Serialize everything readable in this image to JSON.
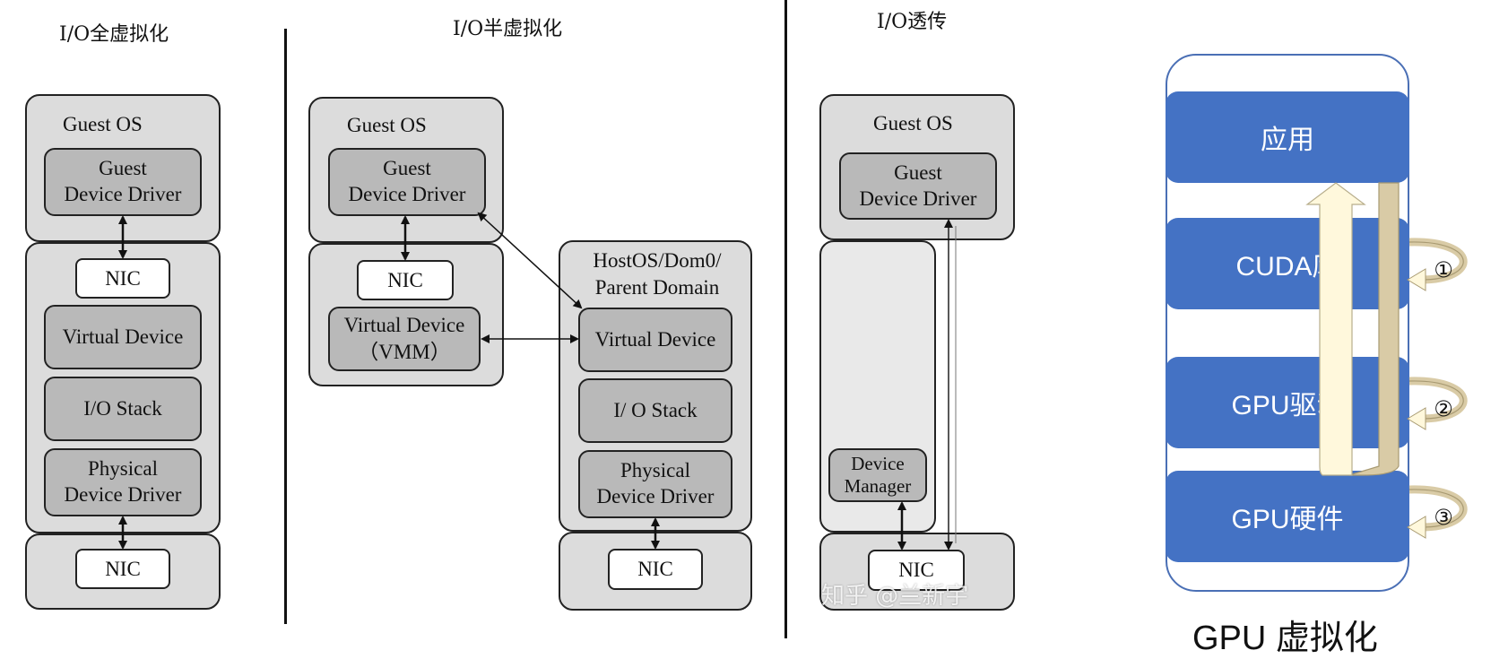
{
  "titles": {
    "full": "I/O全虚拟化",
    "para": "I/O半虚拟化",
    "pass": "I/O透传",
    "gpu": "GPU 虚拟化"
  },
  "full": {
    "guest_os": "Guest OS",
    "guest_driver": "Guest\nDevice Driver",
    "nic_top": "NIC",
    "virtual_device": "Virtual Device",
    "io_stack": "I/O Stack",
    "physical_driver": "Physical\nDevice Driver",
    "nic_bottom": "NIC"
  },
  "para": {
    "guest_os": "Guest OS",
    "guest_driver": "Guest\nDevice Driver",
    "nic_top": "NIC",
    "virtual_device_vmm": "Virtual Device\n（VMM）",
    "host_label": "HostOS/Dom0/\nParent Domain",
    "host_virtual_device": "Virtual Device",
    "host_io_stack": "I/ O Stack",
    "host_physical_driver": "Physical\nDevice Driver",
    "nic_bottom": "NIC"
  },
  "pass": {
    "guest_os": "Guest OS",
    "guest_driver": "Guest\nDevice Driver",
    "device_manager": "Device\nManager",
    "nic_bottom": "NIC"
  },
  "gpu": {
    "layers": [
      "应用",
      "CUDA库",
      "GPU驱动",
      "GPU硬件"
    ],
    "markers": [
      "①",
      "②",
      "③"
    ],
    "colors": {
      "layer": "#4472c4",
      "frame": "#4a6fb5",
      "arrow_light": "#fff8dc",
      "arrow_tan": "#d9cba6"
    }
  },
  "watermark": "知乎 @兰新宇"
}
